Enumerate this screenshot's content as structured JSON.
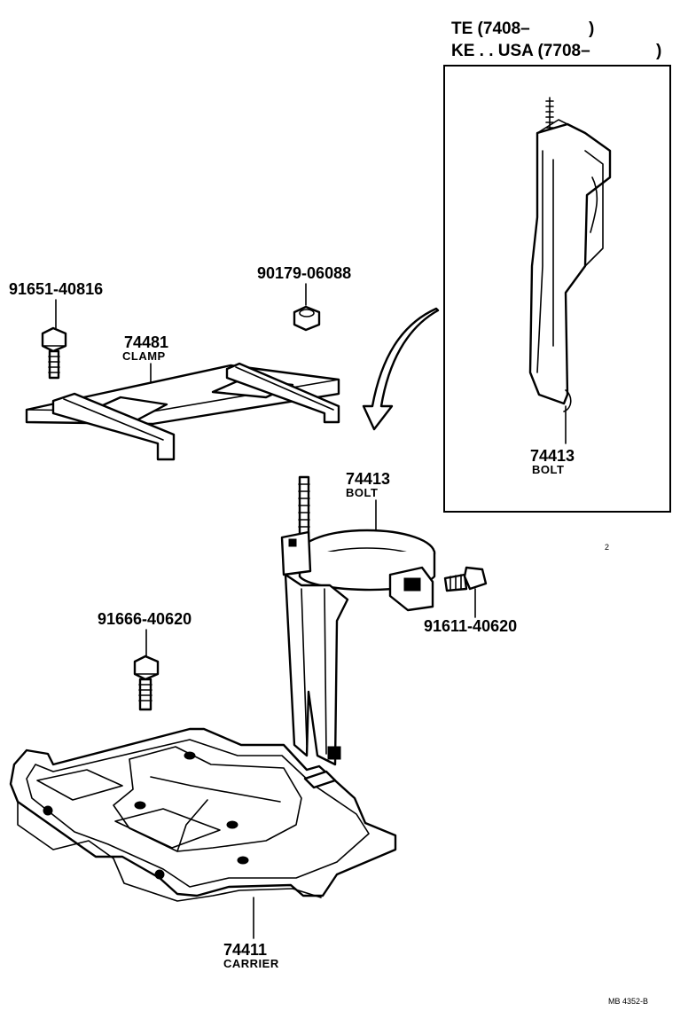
{
  "header": {
    "line1_model": "TE (7408–",
    "line1_close": ")",
    "line2_model": "KE . . USA (7708–",
    "line2_close": ")"
  },
  "parts": {
    "inset_bolt": {
      "number": "74413",
      "name": "BOLT"
    },
    "bolt": {
      "number": "74413",
      "name": "BOLT"
    },
    "clamp": {
      "number": "74481",
      "name": "CLAMP"
    },
    "carrier": {
      "number": "74411",
      "name": "CARRIER"
    },
    "bolt_clamp": {
      "number": "91651-40816"
    },
    "nut": {
      "number": "90179-06088"
    },
    "bolt_carrier": {
      "number": "91666-40620"
    },
    "bolt_hold": {
      "number": "91611-40620"
    }
  },
  "marks": {
    "stray": "2"
  },
  "footer": {
    "code": "MB 4352-B"
  }
}
